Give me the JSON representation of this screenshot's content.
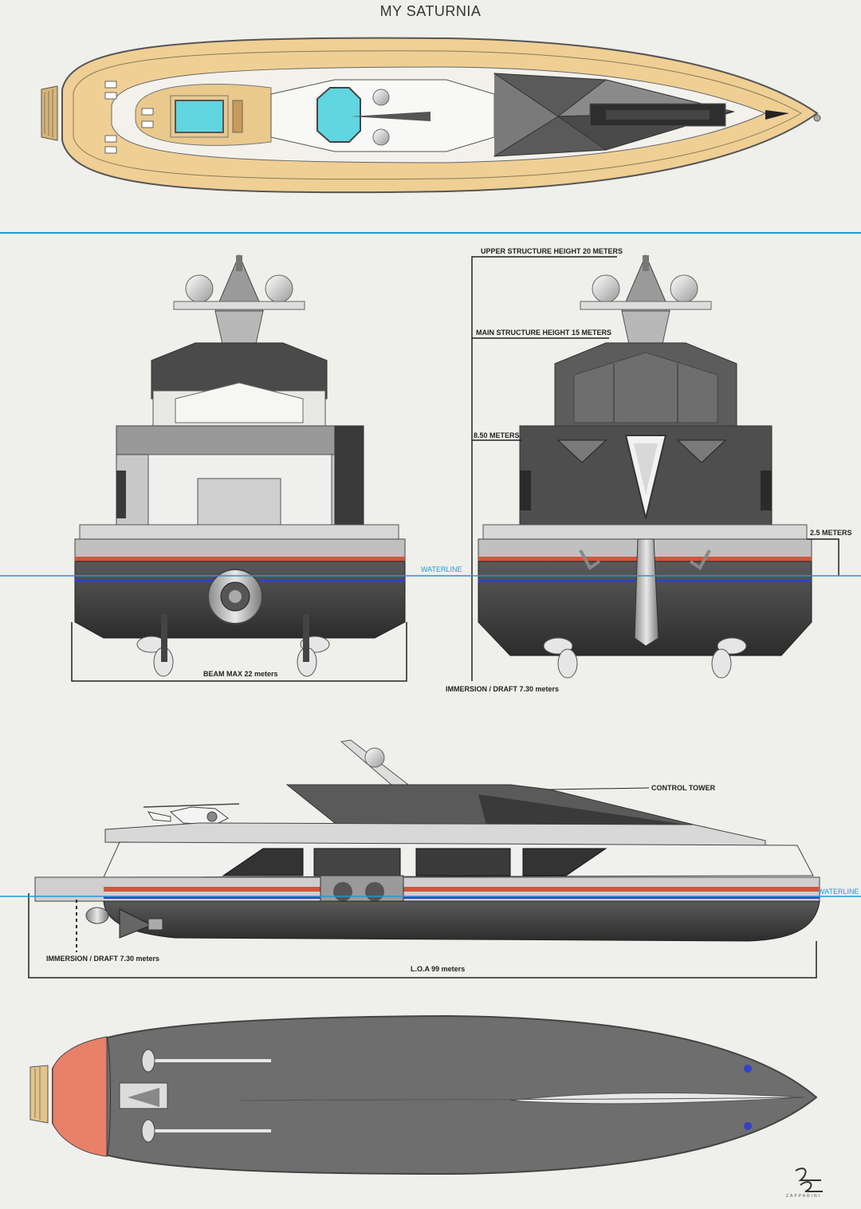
{
  "title": "MY SATURNIA",
  "labels": {
    "upper_structure": "UPPER STRUCTURE HEIGHT 20 METERS",
    "main_structure": "MAIN STRUCTURE HEIGHT 15 METERS",
    "height_850": "8.50 METERS",
    "height_25": "2.5 METERS",
    "waterline_front": "WATERLINE",
    "beam": "BEAM MAX 22 meters",
    "draft_front": "IMMERSION / DRAFT 7.30 meters",
    "control_tower": "CONTROL TOWER",
    "waterline_side": "WATERLINE",
    "draft_side": "IMMERSION / DRAFT 7.30 meters",
    "loa": "L.O.A   99 meters"
  },
  "brand": {
    "wordmark": "ZAPPARINI"
  },
  "colors": {
    "waterline": "#1e9ad6",
    "deck_wood": "#efcf94",
    "pool": "#5fd6e0",
    "hull_dark": "#3c3c3c",
    "stripe_red": "#d2553c",
    "stripe_blue": "#3540c8",
    "bottom_grey": "#6e6e6e",
    "stern_pad": "#e8806a"
  }
}
